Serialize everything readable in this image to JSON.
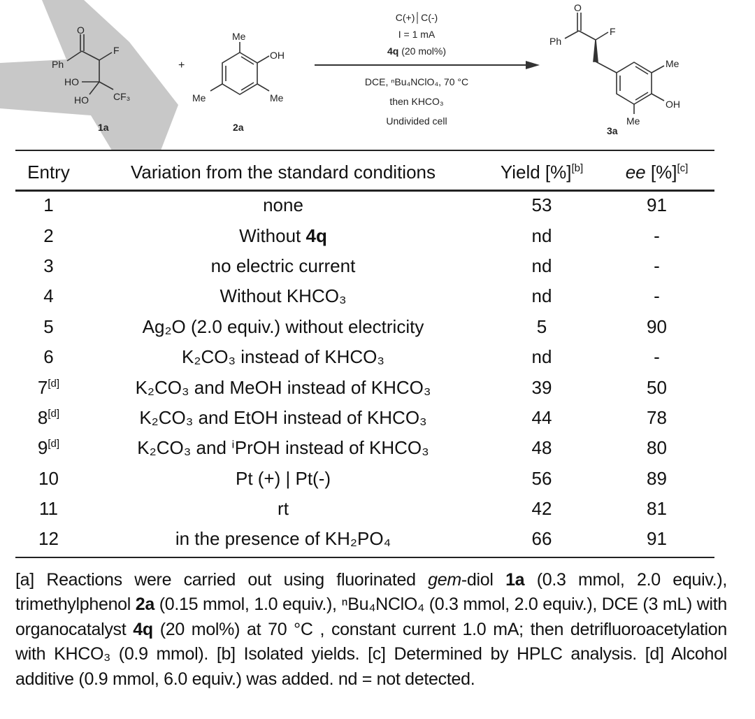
{
  "scheme": {
    "reactant1": {
      "label": "1a",
      "atoms": {
        "o": "O",
        "ph": "Ph",
        "f": "F",
        "ho1": "HO",
        "ho2": "HO",
        "cf3": "CF₃"
      }
    },
    "plus": "+",
    "reactant2": {
      "label": "2a",
      "atoms": {
        "me_top": "Me",
        "oh": "OH",
        "me_left": "Me",
        "me_right": "Me"
      }
    },
    "conditions": {
      "line1": "C(+)│C(-)",
      "line2": "I = 1 mA",
      "line3_bold": "4q",
      "line3_rest": " (20 mol%)",
      "line4": "DCE, ⁿBu₄NClO₄, 70 °C",
      "line5": "then KHCO₃",
      "line6": "Undivided cell"
    },
    "product": {
      "label": "3a",
      "atoms": {
        "o": "O",
        "ph": "Ph",
        "f": "F",
        "me_top": "Me",
        "oh": "OH",
        "me_bottom": "Me"
      }
    }
  },
  "table": {
    "headers": {
      "entry": "Entry",
      "variation": "Variation from the standard conditions",
      "yield": "Yield [%]",
      "yield_note": "[b]",
      "ee": "ee",
      "ee_rest": " [%]",
      "ee_note": "[c]"
    },
    "rows": [
      {
        "entry": "1",
        "note": "",
        "variation": "none",
        "yield": "53",
        "ee": "91"
      },
      {
        "entry": "2",
        "note": "",
        "variation": "Without ",
        "variation_bold": "4q",
        "yield": "nd",
        "ee": "-"
      },
      {
        "entry": "3",
        "note": "",
        "variation": "no electric current",
        "yield": "nd",
        "ee": "-"
      },
      {
        "entry": "4",
        "note": "",
        "variation": "Without KHCO₃",
        "yield": "nd",
        "ee": "-"
      },
      {
        "entry": "5",
        "note": "",
        "variation": "Ag₂O (2.0 equiv.) without electricity",
        "yield": "5",
        "ee": "90"
      },
      {
        "entry": "6",
        "note": "",
        "variation": "K₂CO₃ instead of KHCO₃",
        "yield": "nd",
        "ee": "-"
      },
      {
        "entry": "7",
        "note": "[d]",
        "variation": "K₂CO₃ and MeOH instead of KHCO₃",
        "yield": "39",
        "ee": "50"
      },
      {
        "entry": "8",
        "note": "[d]",
        "variation": "K₂CO₃ and EtOH instead of KHCO₃",
        "yield": "44",
        "ee": "78"
      },
      {
        "entry": "9",
        "note": "[d]",
        "variation": "K₂CO₃ and ⁱPrOH instead of KHCO₃",
        "yield": "48",
        "ee": "80"
      },
      {
        "entry": "10",
        "note": "",
        "variation": "Pt (+) | Pt(-)",
        "yield": "56",
        "ee": "89"
      },
      {
        "entry": "11",
        "note": "",
        "variation": "rt",
        "yield": "42",
        "ee": "81"
      },
      {
        "entry": "12",
        "note": "",
        "variation": "in the presence of KH₂PO₄",
        "yield": "66",
        "ee": "91"
      }
    ]
  },
  "footnote": {
    "s1": "[a] Reactions were carried out using fluorinated ",
    "s2_italic": "gem",
    "s3": "-diol ",
    "s4_bold": "1a",
    "s5": " (0.3 mmol, 2.0 equiv.), trimethylphenol ",
    "s6_bold": "2a",
    "s7": " (0.15 mmol, 1.0 equiv.), ⁿBu₄NClO₄ (0.3 mmol, 2.0 equiv.), DCE (3 mL) with organocatalyst ",
    "s8_bold": "4q",
    "s9": " (20 mol%) at 70 °C , constant current 1.0 mA; then detrifluoroacetylation with KHCO₃ (0.9 mmol). [b] Isolated yields. [c] Determined by HPLC analysis. [d] Alcohol additive (0.9 mmol, 6.0 equiv.) was added. nd = not detected."
  }
}
